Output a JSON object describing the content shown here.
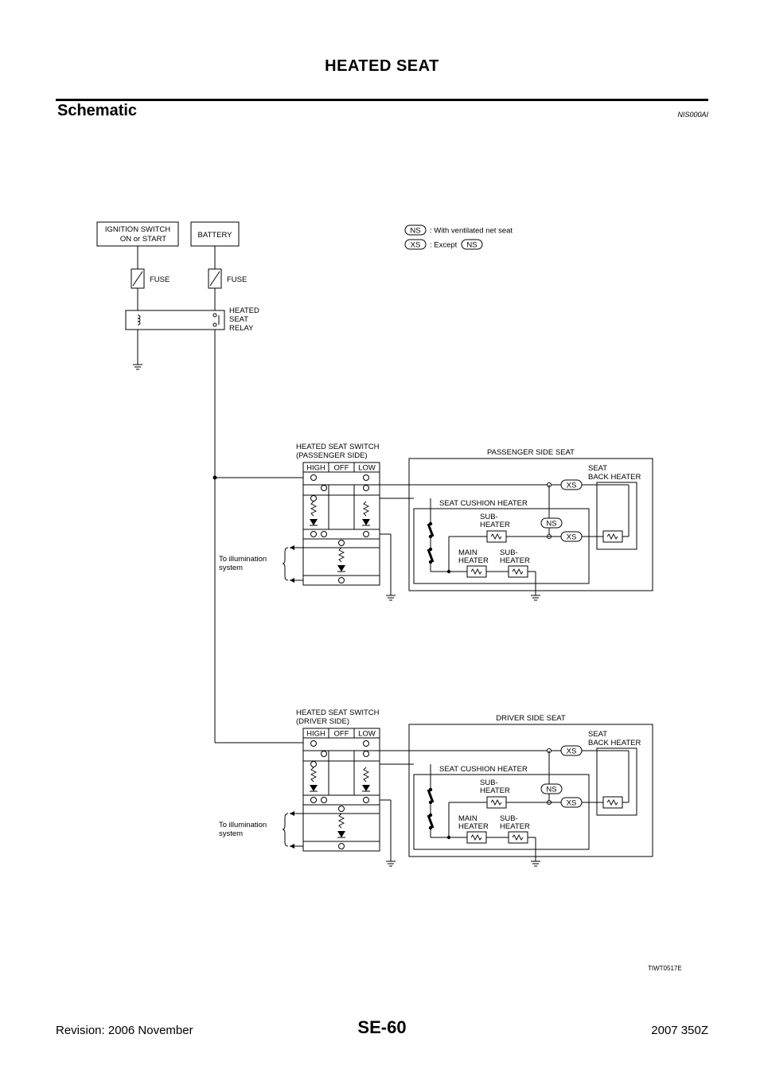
{
  "header": {
    "title": "HEATED SEAT"
  },
  "section": {
    "title": "Schematic",
    "code": "NIS000AI"
  },
  "legend": {
    "ns_tag": "NS",
    "ns_desc": ": With ventilated net seat",
    "xs_tag": "XS",
    "xs_desc": ": Except",
    "xs_ref_tag": "NS"
  },
  "power": {
    "ignition_line1": "IGNITION SWITCH",
    "ignition_line2": "ON or START",
    "battery": "BATTERY",
    "fuse1": "FUSE",
    "fuse2": "FUSE",
    "relay_line1": "HEATED",
    "relay_line2": "SEAT",
    "relay_line3": "RELAY"
  },
  "passenger": {
    "switch_line1": "HEATED SEAT SWITCH",
    "switch_line2": "(PASSENGER SIDE)",
    "high": "HIGH",
    "off": "OFF",
    "low": "LOW",
    "illum_line1": "To illumination",
    "illum_line2": "system",
    "seat_title": "PASSENGER SIDE SEAT",
    "back_line1": "SEAT",
    "back_line2": "BACK HEATER",
    "cushion": "SEAT CUSHION HEATER",
    "sub1_line1": "SUB-",
    "sub1_line2": "HEATER",
    "main_line1": "MAIN",
    "main_line2": "HEATER",
    "sub2_line1": "SUB-",
    "sub2_line2": "HEATER",
    "tag_xs1": "XS",
    "tag_ns": "NS",
    "tag_xs2": "XS"
  },
  "driver": {
    "switch_line1": "HEATED SEAT SWITCH",
    "switch_line2": "(DRIVER SIDE)",
    "high": "HIGH",
    "off": "OFF",
    "low": "LOW",
    "illum_line1": "To illumination",
    "illum_line2": "system",
    "seat_title": "DRIVER SIDE SEAT",
    "back_line1": "SEAT",
    "back_line2": "BACK HEATER",
    "cushion": "SEAT CUSHION HEATER",
    "sub1_line1": "SUB-",
    "sub1_line2": "HEATER",
    "main_line1": "MAIN",
    "main_line2": "HEATER",
    "sub2_line1": "SUB-",
    "sub2_line2": "HEATER",
    "tag_xs1": "XS",
    "tag_ns": "NS",
    "tag_xs2": "XS"
  },
  "figure_id": "TIWT0517E",
  "footer": {
    "revision": "Revision: 2006 November",
    "page": "SE-60",
    "model": "2007 350Z"
  }
}
